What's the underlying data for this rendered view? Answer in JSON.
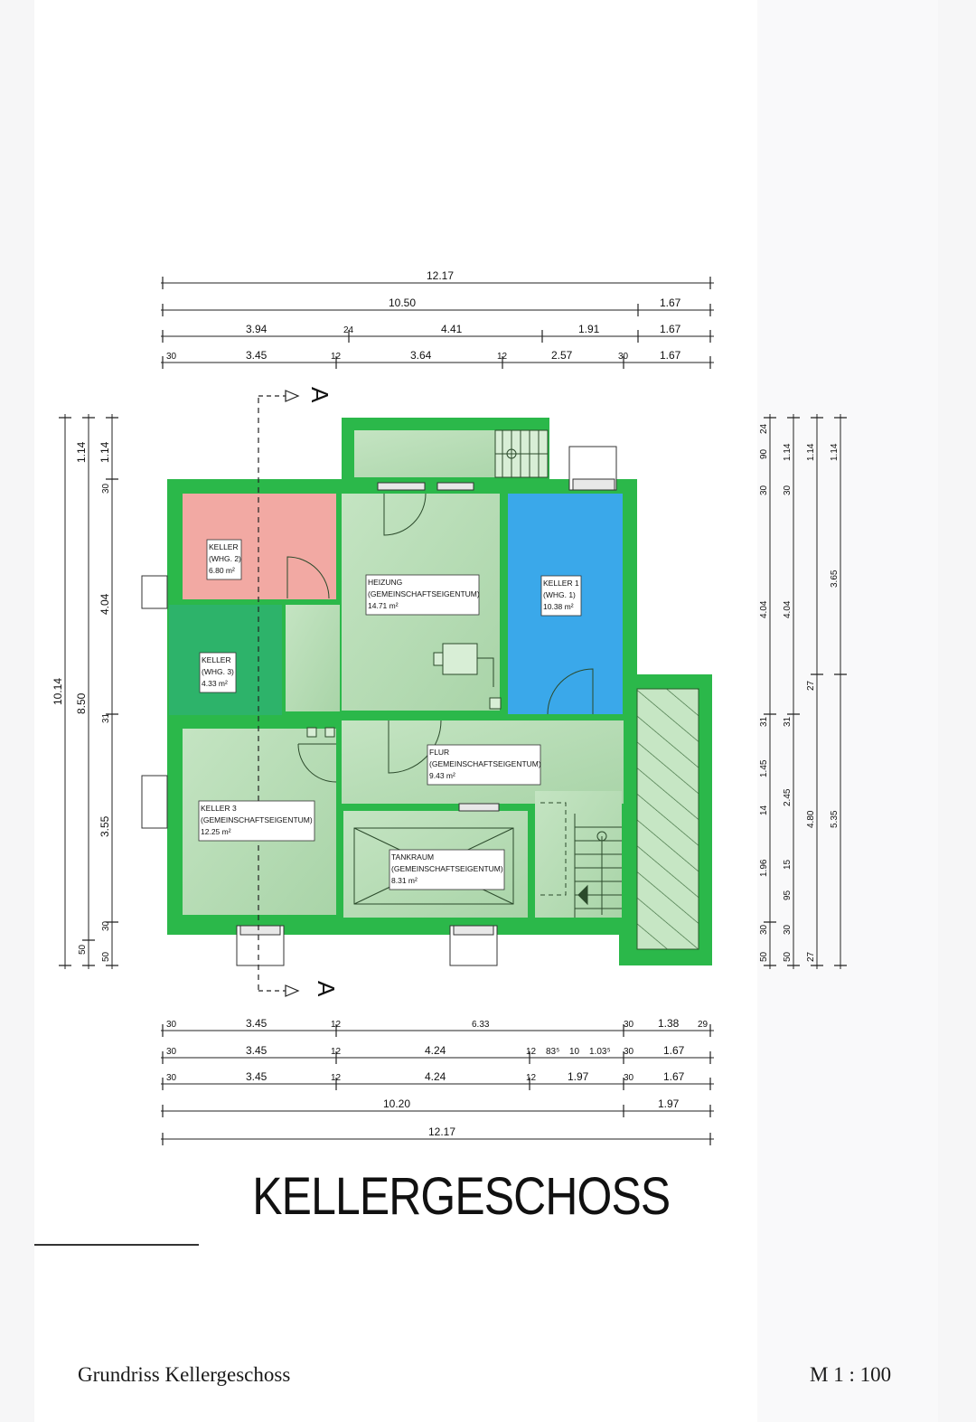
{
  "title": "KELLERGESCHOSS",
  "footer": {
    "left": "Grundriss Kellergeschoss",
    "right": "M 1 : 100"
  },
  "section_marker": "A",
  "colors": {
    "wall": "#2bb84a",
    "keller_whg2": "#f2a9a3",
    "keller_whg1": "#3aa8ea",
    "keller_whg3": "#2db36a",
    "common": "#b7dcb6"
  },
  "rooms": [
    {
      "id": "keller-whg2",
      "lines": [
        "KELLER",
        "(WHG. 2)",
        "6.80 m²"
      ]
    },
    {
      "id": "heizung",
      "lines": [
        "HEIZUNG",
        "(GEMEINSCHAFTSEIGENTUM)",
        "14.71 m²"
      ]
    },
    {
      "id": "keller1",
      "lines": [
        "KELLER 1",
        "(WHG. 1)",
        "10.38 m²"
      ]
    },
    {
      "id": "keller-whg3",
      "lines": [
        "KELLER",
        "(WHG. 3)",
        "4.33 m²"
      ]
    },
    {
      "id": "flur",
      "lines": [
        "FLUR",
        "(GEMEINSCHAFTSEIGENTUM)",
        "9.43 m²"
      ]
    },
    {
      "id": "keller3",
      "lines": [
        "KELLER 3",
        "(GEMEINSCHAFTSEIGENTUM)",
        "12.25 m²"
      ]
    },
    {
      "id": "tankraum",
      "lines": [
        "TANKRAUM",
        "(GEMEINSCHAFTSEIGENTUM)",
        "8.31 m²"
      ]
    }
  ],
  "dims_top": [
    [
      "12.17"
    ],
    [
      "10.50",
      "1.67"
    ],
    [
      "3.94",
      "24",
      "4.41",
      "1.91",
      "1.67"
    ],
    [
      "30",
      "3.45",
      "12",
      "3.64",
      "12",
      "2.57",
      "30",
      "1.67"
    ]
  ],
  "dims_bottom": [
    [
      "30",
      "3.45",
      "12",
      "6.33",
      "30",
      "1.38",
      "29"
    ],
    [
      "30",
      "3.45",
      "12",
      "4.24",
      "12",
      "83⁵",
      "10",
      "1.03⁵",
      "30",
      "1.67"
    ],
    [
      "30",
      "3.45",
      "12",
      "4.24",
      "12",
      "1.97",
      "30",
      "1.67"
    ],
    [
      "10.20",
      "1.97"
    ],
    [
      "12.17"
    ]
  ],
  "dims_left": [
    [
      "10.14"
    ],
    [
      "8.50",
      "50"
    ],
    [
      "1.14",
      "4.04",
      "31",
      "3.55",
      "50",
      "30"
    ],
    [
      "1.14",
      "30"
    ]
  ],
  "dims_right": [
    [
      "24",
      "90",
      "30",
      "4.04",
      "31",
      "1.45",
      "14",
      "1.96",
      "30",
      "50"
    ],
    [
      "1.14",
      "30",
      "4.04",
      "31",
      "2.45",
      "15",
      "95",
      "30",
      "50"
    ],
    [
      "1.14",
      "27",
      "4.80",
      "27"
    ],
    [
      "1.14",
      "3.65",
      "5.35"
    ]
  ]
}
